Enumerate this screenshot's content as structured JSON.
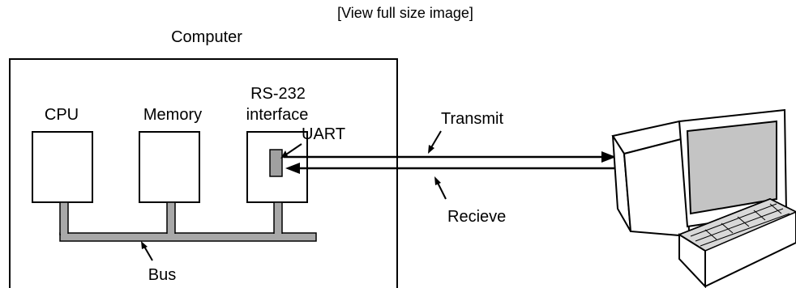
{
  "header": {
    "view_full_size": "[View full size image]"
  },
  "diagram": {
    "title": "Computer",
    "components": {
      "cpu": "CPU",
      "memory": "Memory",
      "rs232_line1": "RS-232",
      "rs232_line2": "interface",
      "uart": "UART"
    },
    "labels": {
      "transmit": "Transmit",
      "receive": "Recieve",
      "bus": "Bus"
    },
    "colors": {
      "line": "#000000",
      "bus_fill": "#a8a8a8",
      "uart_fill": "#a0a0a0",
      "screen_fill": "#c4c4c4",
      "keyboard_fill": "#d8d8d8"
    }
  }
}
